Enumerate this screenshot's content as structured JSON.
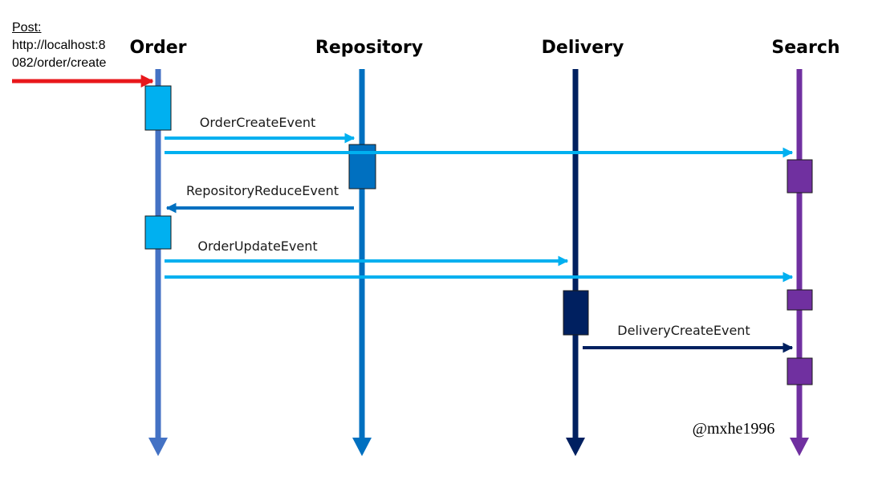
{
  "request": {
    "method_label": "Post:",
    "url_line1": "http://localhost:8",
    "url_line2": "082/order/create",
    "arrow_color": "#e8171b"
  },
  "lifelines": [
    {
      "id": "order",
      "label": "Order",
      "color": "#4472c4"
    },
    {
      "id": "repository",
      "label": "Repository",
      "color": "#0070c0"
    },
    {
      "id": "delivery",
      "label": "Delivery",
      "color": "#002060"
    },
    {
      "id": "search",
      "label": "Search",
      "color": "#7030a0"
    }
  ],
  "activation_colors": {
    "order": "#00b0f0",
    "repository": "#0070c0",
    "delivery": "#002060",
    "search": "#7030a0"
  },
  "messages": [
    {
      "label": "OrderCreateEvent",
      "from": "order",
      "to": "repository",
      "color": "#00b0f0"
    },
    {
      "label": "",
      "from": "order",
      "to": "search",
      "color": "#00b0f0"
    },
    {
      "label": "RepositoryReduceEvent",
      "from": "repository",
      "to": "order",
      "color": "#0070c0"
    },
    {
      "label": "OrderUpdateEvent",
      "from": "order",
      "to": "delivery",
      "color": "#00b0f0"
    },
    {
      "label": "",
      "from": "order",
      "to": "search",
      "color": "#00b0f0"
    },
    {
      "label": "DeliveryCreateEvent",
      "from": "delivery",
      "to": "search",
      "color": "#002060"
    }
  ],
  "watermark": "@mxhe1996"
}
